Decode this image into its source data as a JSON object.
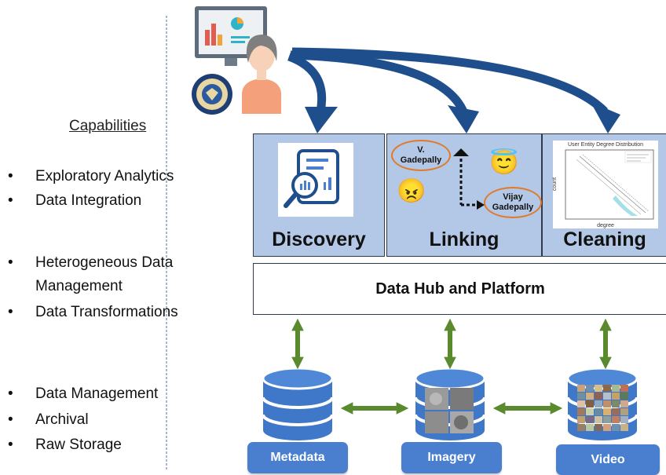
{
  "capabilities_title": "Capabilities",
  "bullet_char": "•",
  "capabilities": [
    {
      "text": "Exploratory Analytics"
    },
    {
      "text": "Data Integration"
    },
    {
      "text": "Heterogeneous Data"
    },
    {
      "text": "Management",
      "continuation": true
    },
    {
      "text": "Data Transformations"
    },
    {
      "text": "Data Management"
    },
    {
      "text": "Archival"
    },
    {
      "text": "Raw Storage"
    }
  ],
  "panels": {
    "discovery": "Discovery",
    "linking": "Linking",
    "cleaning": "Cleaning"
  },
  "linking": {
    "name_short": "V.\nGadepally",
    "name_full": "Vijay\nGadepally",
    "angel_emoji": "😇",
    "devil_emoji": "😠"
  },
  "cleaning_plot": {
    "title": "User Entity Degree Distribution",
    "xlabel": "degree",
    "ylabel": "count"
  },
  "hub_label": "Data Hub and Platform",
  "stores": [
    "Metadata",
    "Imagery",
    "Video"
  ],
  "colors": {
    "panel_fill": "#b3c7e6",
    "top_arrow": "#1f4e8c",
    "green_arrow": "#5a8a2e",
    "db_fill": "#3f78c9",
    "db_label": "#4a7fd0",
    "oval_border": "#e07a2a"
  }
}
